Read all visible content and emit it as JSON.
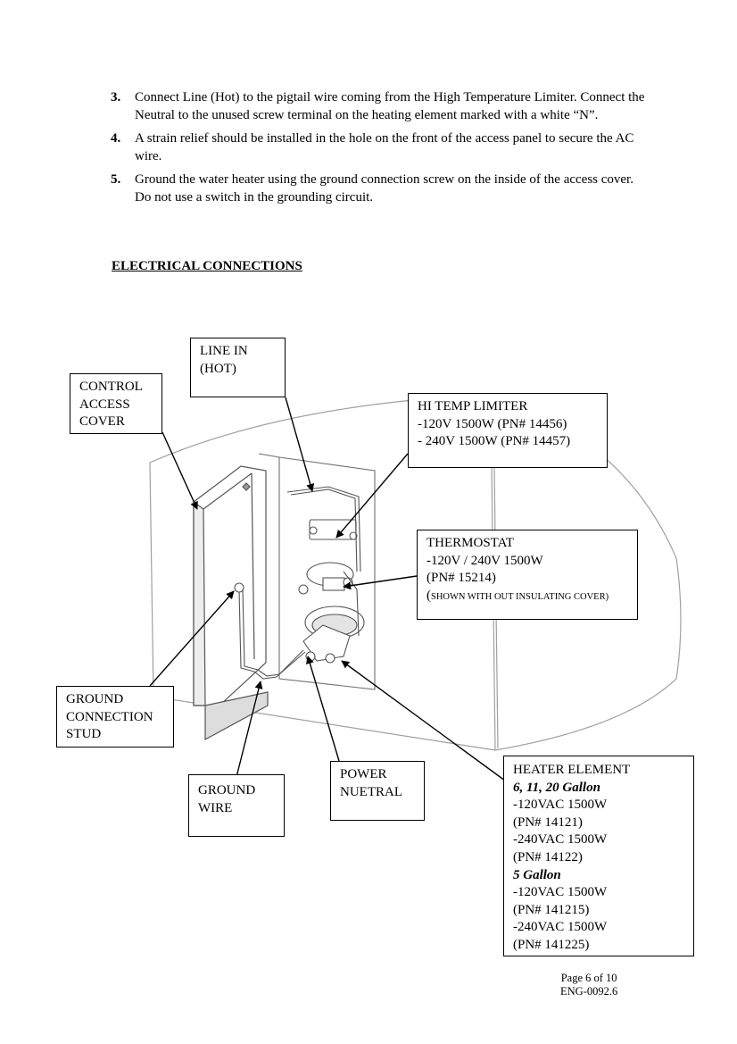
{
  "steps": [
    {
      "num": "3.",
      "text": "Connect Line (Hot) to the pigtail wire coming from the High Temperature Limiter. Connect the Neutral to the unused screw terminal on the heating element marked with a white “N”."
    },
    {
      "num": "4.",
      "text": "A strain relief should be installed in the hole on the front of the access panel to secure the AC wire."
    },
    {
      "num": "5.",
      "text": "Ground the water heater using the ground connection screw on the inside of the access cover. Do not use a switch in the grounding circuit."
    }
  ],
  "section_heading": "ELECTRICAL CONNECTIONS",
  "callouts": {
    "line_in": [
      "LINE IN",
      "(HOT)"
    ],
    "control_access_cover": [
      "CONTROL",
      "ACCESS",
      "COVER"
    ],
    "hi_temp_limiter": [
      "HI TEMP LIMITER",
      "-120V 1500W (PN# 14456)",
      "- 240V 1500W (PN# 14457)"
    ],
    "thermostat": {
      "lines": [
        "THERMOSTAT",
        "-120V / 240V 1500W",
        "(PN# 15214)"
      ],
      "note_paren": "(",
      "note": "SHOWN WITH OUT INSULATING COVER)"
    },
    "ground_connection_stud": [
      "GROUND",
      "CONNECTION",
      "STUD"
    ],
    "ground_wire": [
      "GROUND",
      "WIRE"
    ],
    "power_neutral": [
      "POWER",
      "NUETRAL"
    ],
    "heater_element": {
      "title": "HEATER ELEMENT",
      "group1_heading": "6, 11, 20 Gallon",
      "group1_lines": [
        "-120VAC 1500W",
        "(PN# 14121)",
        "-240VAC 1500W",
        "(PN# 14122)"
      ],
      "group2_heading": "5 Gallon",
      "group2_lines": [
        "-120VAC 1500W",
        "(PN# 141215)",
        "-240VAC 1500W",
        "(PN# 141225)"
      ]
    }
  },
  "footer": {
    "page": "Page 6 of 10",
    "doc_id": "ENG-0092.6"
  }
}
